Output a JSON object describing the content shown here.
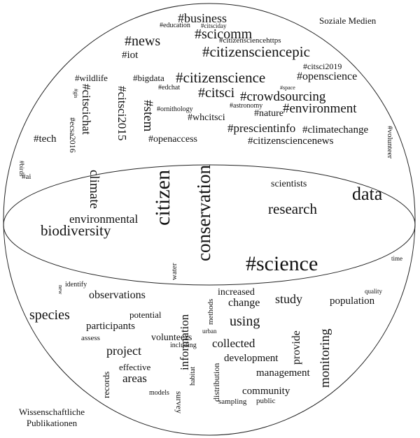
{
  "labels": {
    "social_media": "Soziale Medien",
    "scientific_publications_line1": "Wissenschaftliche",
    "scientific_publications_line2": "Publikationen"
  },
  "words": [
    {
      "id": "business",
      "text": "#business",
      "size": 18,
      "rot": 0
    },
    {
      "id": "education",
      "text": "#education",
      "size": 10,
      "rot": 0
    },
    {
      "id": "citsciday",
      "text": "#citsciday",
      "size": 9,
      "rot": 0
    },
    {
      "id": "scicomm",
      "text": "#scicomm",
      "size": 20,
      "rot": 0
    },
    {
      "id": "news",
      "text": "#news",
      "size": 20,
      "rot": 0
    },
    {
      "id": "citizensciencehttps",
      "text": "#citizensciencehttps",
      "size": 11,
      "rot": 0
    },
    {
      "id": "citizensciencepic",
      "text": "#citizensciencepic",
      "size": 21,
      "rot": 0
    },
    {
      "id": "iot",
      "text": "#iot",
      "size": 15,
      "rot": 0
    },
    {
      "id": "citsci2019",
      "text": "#citsci2019",
      "size": 12,
      "rot": 0
    },
    {
      "id": "wildlife",
      "text": "#wildlife",
      "size": 13,
      "rot": 0
    },
    {
      "id": "bigdata",
      "text": "#bigdata",
      "size": 13,
      "rot": 0
    },
    {
      "id": "citizenscience",
      "text": "#citizenscience",
      "size": 21,
      "rot": 0
    },
    {
      "id": "openscience",
      "text": "#openscience",
      "size": 16,
      "rot": 0
    },
    {
      "id": "edchat",
      "text": "#edchat",
      "size": 10,
      "rot": 0
    },
    {
      "id": "space",
      "text": "#space",
      "size": 8,
      "rot": 0
    },
    {
      "id": "citsci",
      "text": "#citsci",
      "size": 20,
      "rot": 0
    },
    {
      "id": "crowdsourcing",
      "text": "#crowdsourcing",
      "size": 19,
      "rot": 0
    },
    {
      "id": "gis",
      "text": "#gis",
      "size": 8,
      "rot": 90
    },
    {
      "id": "citscichat",
      "text": "#citscichat",
      "size": 17,
      "rot": 90
    },
    {
      "id": "citsci2015",
      "text": "#citsci2015",
      "size": 17,
      "rot": 90
    },
    {
      "id": "stem",
      "text": "#stem",
      "size": 19,
      "rot": 90
    },
    {
      "id": "ornithology",
      "text": "#ornithology",
      "size": 10,
      "rot": 0
    },
    {
      "id": "astronomy",
      "text": "#astronomy",
      "size": 10,
      "rot": 0
    },
    {
      "id": "nature",
      "text": "#nature",
      "size": 14,
      "rot": 0
    },
    {
      "id": "environment",
      "text": "#environment",
      "size": 19,
      "rot": 0
    },
    {
      "id": "whcitsci",
      "text": "#whcitsci",
      "size": 14,
      "rot": 0
    },
    {
      "id": "prescientinfo",
      "text": "#prescientinfo",
      "size": 17,
      "rot": 0
    },
    {
      "id": "climatechange",
      "text": "#climatechange",
      "size": 15,
      "rot": 0
    },
    {
      "id": "tech",
      "text": "#tech",
      "size": 15,
      "rot": 0
    },
    {
      "id": "ecsa2016",
      "text": "#ecsa2016",
      "size": 12,
      "rot": 90
    },
    {
      "id": "openaccess",
      "text": "#openaccess",
      "size": 14,
      "rot": 0
    },
    {
      "id": "citizensciencenews",
      "text": "#citizensciencenews",
      "size": 15,
      "rot": 0
    },
    {
      "id": "volunteer",
      "text": "#volunteer",
      "size": 11,
      "rot": 90
    },
    {
      "id": "birds",
      "text": "#birds",
      "size": 9,
      "rot": 90
    },
    {
      "id": "ai",
      "text": "#ai",
      "size": 11,
      "rot": 0
    },
    {
      "id": "citizen",
      "text": "citizen",
      "size": 30,
      "rot": -90
    },
    {
      "id": "conservation",
      "text": "conservation",
      "size": 27,
      "rot": -90
    },
    {
      "id": "climate",
      "text": "climate",
      "size": 19,
      "rot": 90
    },
    {
      "id": "scientists",
      "text": "scientists",
      "size": 14,
      "rot": 0
    },
    {
      "id": "data",
      "text": "data",
      "size": 26,
      "rot": 0
    },
    {
      "id": "research",
      "text": "research",
      "size": 21,
      "rot": 0
    },
    {
      "id": "environmental",
      "text": "environmental",
      "size": 17,
      "rot": 0
    },
    {
      "id": "biodiversity",
      "text": "biodiversity",
      "size": 21,
      "rot": 0
    },
    {
      "id": "water",
      "text": "water",
      "size": 11,
      "rot": -90
    },
    {
      "id": "science",
      "text": "#science",
      "size": 30,
      "rot": 0
    },
    {
      "id": "time",
      "text": "time",
      "size": 9,
      "rot": 0
    },
    {
      "id": "identify",
      "text": "identify",
      "size": 10,
      "rot": 0
    },
    {
      "id": "new",
      "text": "new",
      "size": 8,
      "rot": 90
    },
    {
      "id": "observations",
      "text": "observations",
      "size": 16,
      "rot": 0
    },
    {
      "id": "increased",
      "text": "increased",
      "size": 14,
      "rot": 0
    },
    {
      "id": "quality",
      "text": "quality",
      "size": 9,
      "rot": 0
    },
    {
      "id": "change",
      "text": "change",
      "size": 16,
      "rot": 0
    },
    {
      "id": "study",
      "text": "study",
      "size": 18,
      "rot": 0
    },
    {
      "id": "population",
      "text": "population",
      "size": 15,
      "rot": 0
    },
    {
      "id": "methods",
      "text": "methods",
      "size": 11,
      "rot": -90
    },
    {
      "id": "species",
      "text": "species",
      "size": 20,
      "rot": 0
    },
    {
      "id": "potential",
      "text": "potential",
      "size": 13,
      "rot": 0
    },
    {
      "id": "information",
      "text": "information",
      "size": 17,
      "rot": -90
    },
    {
      "id": "using",
      "text": "using",
      "size": 20,
      "rot": 0
    },
    {
      "id": "participants",
      "text": "participants",
      "size": 15,
      "rot": 0
    },
    {
      "id": "urban",
      "text": "urban",
      "size": 9,
      "rot": 0
    },
    {
      "id": "provide",
      "text": "provide",
      "size": 16,
      "rot": -90
    },
    {
      "id": "monitoring",
      "text": "monitoring",
      "size": 19,
      "rot": -90
    },
    {
      "id": "assess",
      "text": "assess",
      "size": 11,
      "rot": 0
    },
    {
      "id": "volunteers",
      "text": "volunteers",
      "size": 14,
      "rot": 0
    },
    {
      "id": "collected",
      "text": "collected",
      "size": 17,
      "rot": 0
    },
    {
      "id": "including",
      "text": "including",
      "size": 10,
      "rot": 0
    },
    {
      "id": "project",
      "text": "project",
      "size": 18,
      "rot": 0
    },
    {
      "id": "development",
      "text": "development",
      "size": 15,
      "rot": 0
    },
    {
      "id": "management",
      "text": "management",
      "size": 15,
      "rot": 0
    },
    {
      "id": "effective",
      "text": "effective",
      "size": 13,
      "rot": 0
    },
    {
      "id": "habitat",
      "text": "habitat",
      "size": 10,
      "rot": -90
    },
    {
      "id": "records",
      "text": "records",
      "size": 13,
      "rot": -90
    },
    {
      "id": "areas",
      "text": "areas",
      "size": 17,
      "rot": 0
    },
    {
      "id": "distribution",
      "text": "distribution",
      "size": 12,
      "rot": -90
    },
    {
      "id": "community",
      "text": "community",
      "size": 15,
      "rot": 0
    },
    {
      "id": "models",
      "text": "models",
      "size": 10,
      "rot": 0
    },
    {
      "id": "survey",
      "text": "survey",
      "size": 12,
      "rot": 90
    },
    {
      "id": "sampling",
      "text": "sampling",
      "size": 11,
      "rot": 0
    },
    {
      "id": "public",
      "text": "public",
      "size": 11,
      "rot": 0
    }
  ]
}
